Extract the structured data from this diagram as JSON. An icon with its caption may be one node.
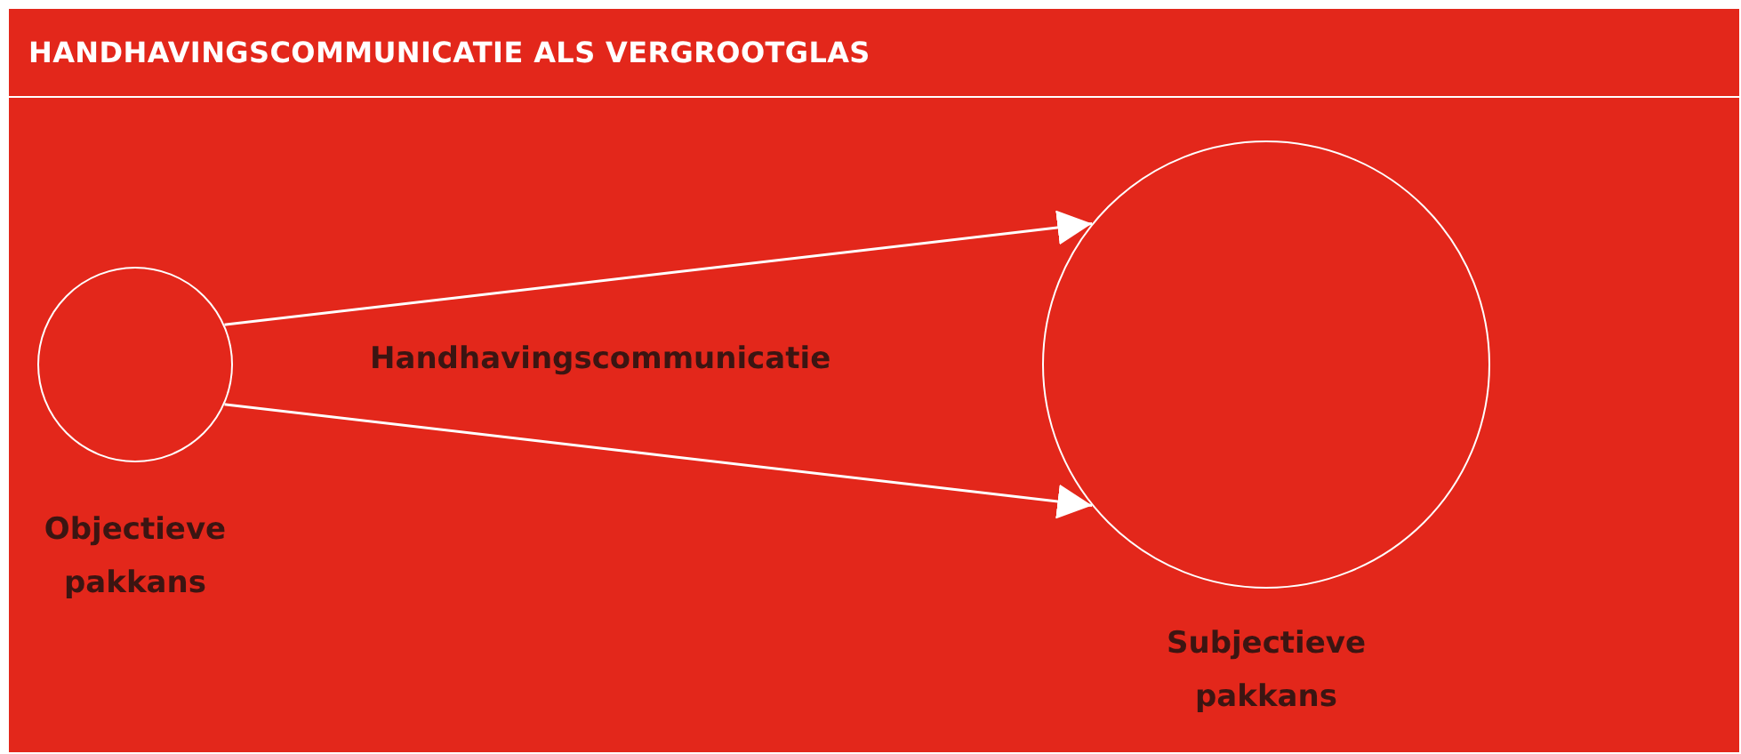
{
  "diagram": {
    "title": "HANDHAVINGSCOMMUNICATIE ALS VERGROOTGLAS",
    "nodes": [
      {
        "text": [],
        "shape": "circle",
        "beside": [
          "Objectieve pakkans"
        ]
      },
      {
        "text": [],
        "shape": "circle",
        "beside": [
          "Subjectieve pakkans"
        ]
      }
    ],
    "edges": [
      {
        "from": 0,
        "to": 1,
        "arrow": "to"
      },
      {
        "from": 0,
        "to": 1,
        "arrow": "to"
      }
    ],
    "labels": [
      "Handhavingscommunicatie"
    ]
  }
}
